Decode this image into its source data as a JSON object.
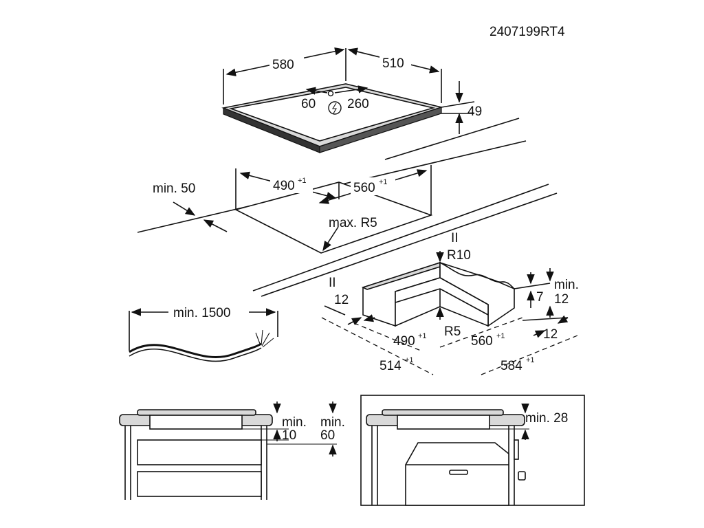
{
  "drawing_code": "2407199RT4",
  "hob": {
    "width": "580",
    "depth": "510",
    "height": "49",
    "cable_offset_left": "60",
    "cable_offset_right": "260"
  },
  "cutout": {
    "depth": "490",
    "depth_tol": "+1",
    "width": "560",
    "width_tol": "+1",
    "min_front": "min. 50",
    "radius": "max. R5"
  },
  "cable": {
    "length": "min. 1500"
  },
  "frame_detail": {
    "outer_radius": "R10",
    "inner_radius": "R5",
    "side_margin": "12",
    "step_height": "7",
    "min_label": "min.",
    "min_value": "12",
    "back_margin": "12",
    "inner_depth": "490",
    "inner_depth_tol": "+1",
    "inner_width": "560",
    "inner_width_tol": "+1",
    "outer_depth": "514",
    "outer_depth_tol": "+1",
    "outer_width": "584",
    "outer_width_tol": "+1",
    "parallel_mark": "II"
  },
  "install_drawers": {
    "min_label_a": "min.",
    "min_value_a": "10",
    "min_label_b": "min.",
    "min_value_b": "60"
  },
  "install_oven": {
    "min_text": "min. 28"
  }
}
